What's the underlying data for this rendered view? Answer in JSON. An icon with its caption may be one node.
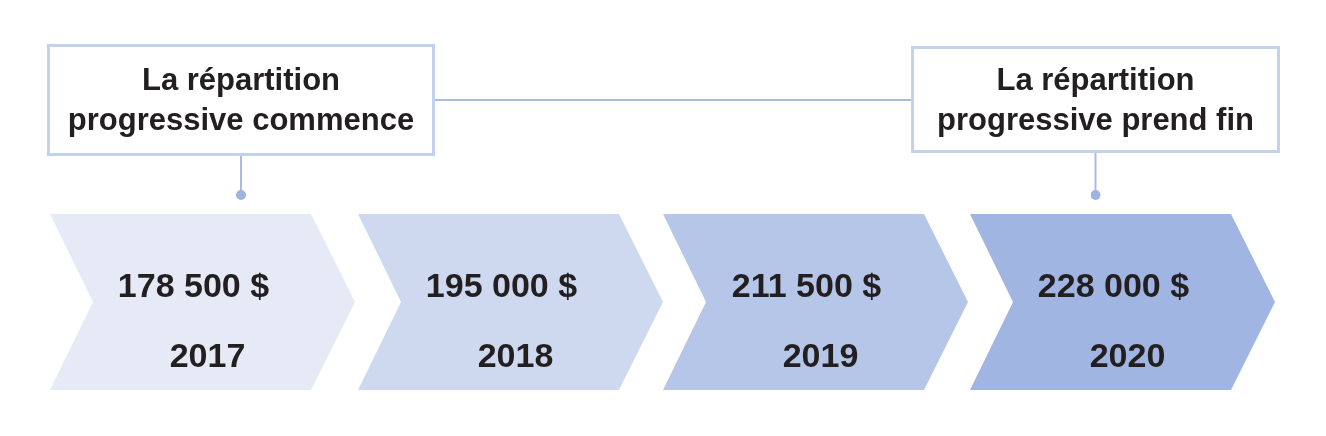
{
  "diagram": {
    "nodes": [
      {
        "text": [
          "La répartition progressive commence"
        ]
      },
      {
        "text": [
          "La répartition progressive prend fin"
        ]
      },
      {
        "text": [
          "178 500 $",
          "2017"
        ]
      },
      {
        "text": [
          "195 000 $",
          "2018"
        ]
      },
      {
        "text": [
          "211 500 $",
          "2019"
        ]
      },
      {
        "text": [
          "228 000 $",
          "2020"
        ]
      }
    ],
    "edges": [
      {
        "from": 0,
        "to": 1,
        "arrow": "none"
      },
      {
        "from": 0,
        "to": 2,
        "arrow": "other"
      },
      {
        "from": 1,
        "to": 5,
        "arrow": "other"
      }
    ]
  }
}
